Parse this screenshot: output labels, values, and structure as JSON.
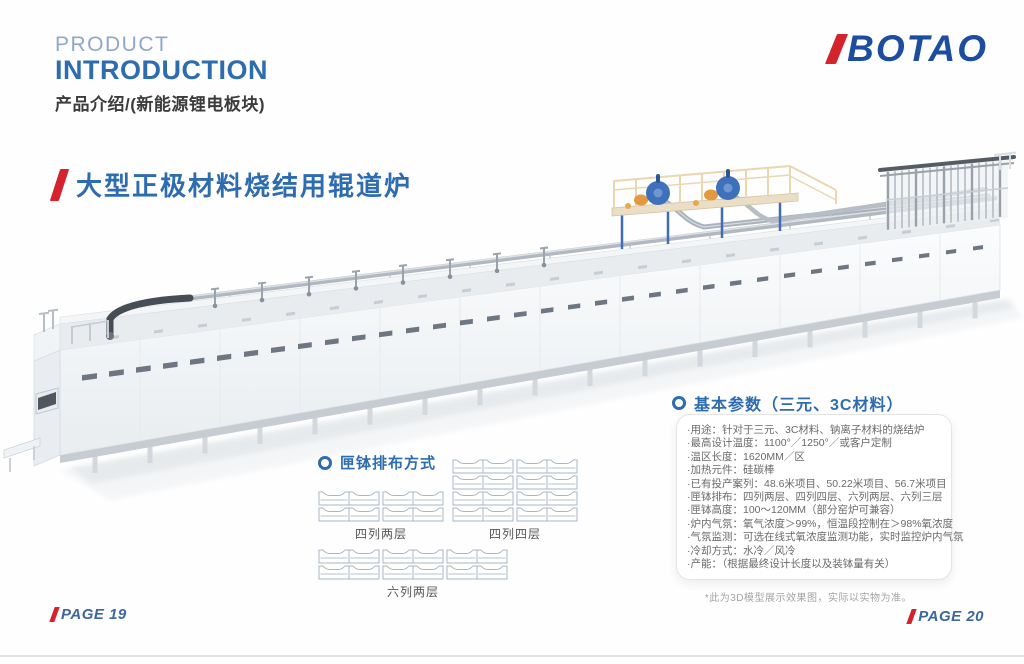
{
  "header": {
    "product": "PRODUCT",
    "introduction": "INTRODUCTION",
    "subtitle": "产品介绍/(新能源锂电板块)",
    "logo": "BOTAO"
  },
  "title": "大型正极材料烧结用辊道炉",
  "saggar_section": {
    "heading": "匣钵排布方式",
    "arrangements": [
      {
        "label": "四列两层",
        "cols": 4,
        "layers": 2
      },
      {
        "label": "四列四层",
        "cols": 4,
        "layers": 4
      },
      {
        "label": "六列两层",
        "cols": 6,
        "layers": 2
      }
    ]
  },
  "params": {
    "heading": "基本参数（三元、3C材料）",
    "items": [
      "·用途：针对于三元、3C材料、钠离子材料的烧结炉",
      "·最高设计温度：1100°／1250°／或客户定制",
      "·温区长度：1620MM／区",
      "·加热元件：硅碳棒",
      "·已有投产案列：48.6米项目、50.22米项目、56.7米项目",
      "·匣钵排布：四列两层、四列四层、六列两层、六列三层",
      "·匣钵高度：100～120MM（部分窑炉可兼容）",
      "·炉内气氛：氧气浓度＞99%，恒温段控制在＞98%氧浓度",
      "·气氛监测：可选在线式氧浓度监测功能，实时监控炉内气氛",
      "·冷却方式：水冷／风冷",
      "·产能：（根据最终设计长度以及装钵量有关）"
    ]
  },
  "footnote": "*此为3D模型展示效果图，实际以实物为准。",
  "pages": {
    "left": "PAGE 19",
    "right": "PAGE 20"
  },
  "colors": {
    "accent_blue": "#2e6cb0",
    "accent_red": "#d5232e",
    "logo_blue": "#1c4da0"
  }
}
